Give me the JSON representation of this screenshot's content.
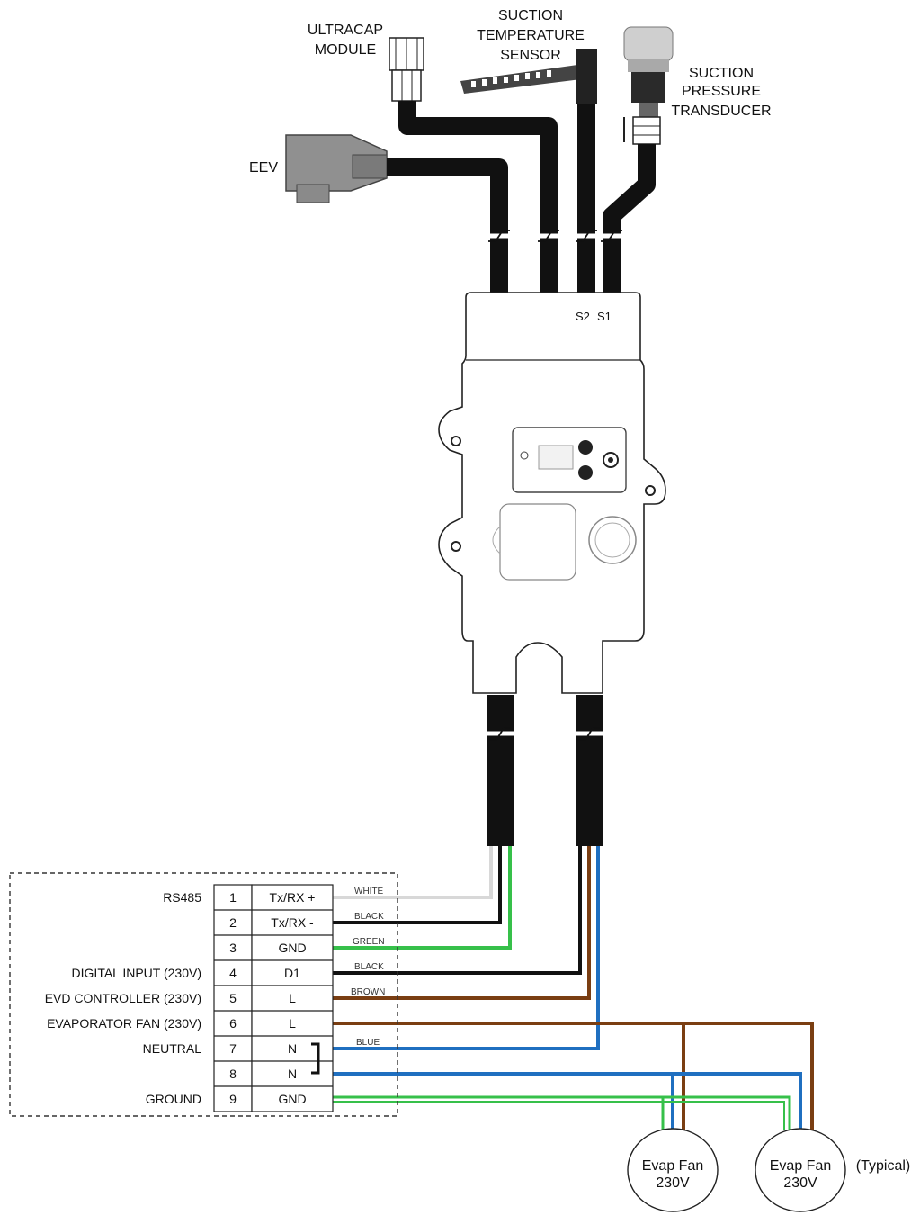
{
  "labels": {
    "ultracap": [
      "ULTRACAP",
      "MODULE"
    ],
    "suction_temp": [
      "SUCTION",
      "TEMPERATURE",
      "SENSOR"
    ],
    "suction_pressure": [
      "SUCTION",
      "PRESSURE",
      "TRANSDUCER"
    ],
    "eev": "EEV",
    "probe_s2": "S2",
    "probe_s1": "S1",
    "typical": "(Typical)"
  },
  "terminals": [
    {
      "label": "RS485",
      "num": "1",
      "sig": "Tx/RX +"
    },
    {
      "label": "",
      "num": "2",
      "sig": "Tx/RX -"
    },
    {
      "label": "",
      "num": "3",
      "sig": "GND"
    },
    {
      "label": "DIGITAL INPUT (230V)",
      "num": "4",
      "sig": "D1"
    },
    {
      "label": "EVD CONTROLLER (230V)",
      "num": "5",
      "sig": "L"
    },
    {
      "label": "EVAPORATOR FAN (230V)",
      "num": "6",
      "sig": "L"
    },
    {
      "label": "NEUTRAL",
      "num": "7",
      "sig": "N"
    },
    {
      "label": "",
      "num": "8",
      "sig": "N"
    },
    {
      "label": "GROUND",
      "num": "9",
      "sig": "GND"
    }
  ],
  "wire_labels": {
    "w1": "WHITE",
    "w2": "BLACK",
    "w3": "GREEN",
    "w4": "BLACK",
    "w5": "BROWN",
    "w7": "BLUE"
  },
  "fans": [
    {
      "line1": "Evap Fan",
      "line2": "230V"
    },
    {
      "line1": "Evap Fan",
      "line2": "230V"
    }
  ],
  "colors": {
    "white": "#d8d8d8",
    "black": "#111111",
    "green": "#36c04a",
    "brown": "#7a3e12",
    "blue": "#1f6fc0"
  }
}
